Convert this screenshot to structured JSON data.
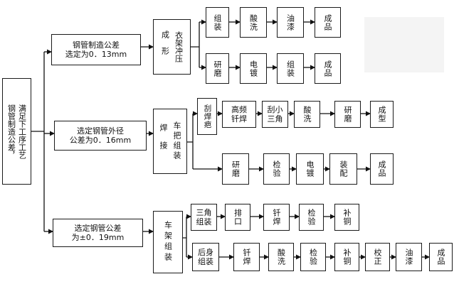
{
  "root": {
    "col1": "满足下工序工艺",
    "col2": "钢管制造公差，"
  },
  "branch1": {
    "spec_line1": "钢管制造公差",
    "spec_line2": "选定为0．13mm",
    "stage_col1": "成形",
    "stage_col2": "衣架冲压",
    "route_a": [
      "组装",
      "酸洗",
      "油漆",
      "成品"
    ],
    "route_b": [
      "研磨",
      "电镀",
      "组装",
      "成品"
    ]
  },
  "branch2": {
    "spec_line1": "选定钢管外径",
    "spec_line2": "公差为0．16mm",
    "stage_col1": "焊接",
    "stage_col2": "车把组装",
    "route_a": [
      "刮焊疤",
      "高频钎焊",
      "刮小三角",
      "酸洗",
      "研磨",
      "成型"
    ],
    "route_b": [
      "研磨",
      "检验",
      "电镀",
      "装配",
      "成品"
    ]
  },
  "branch3": {
    "spec_line1": "选定钢管公差",
    "spec_line2": "为±0．19mm",
    "stage": "车架组装",
    "route_a": [
      "三角组装",
      "排口",
      "钎焊",
      "检验",
      "补铜"
    ],
    "route_b": [
      "后身组装",
      "钎焊",
      "酸洗",
      "检验",
      "补铜",
      "校正",
      "油漆",
      "成品"
    ]
  }
}
